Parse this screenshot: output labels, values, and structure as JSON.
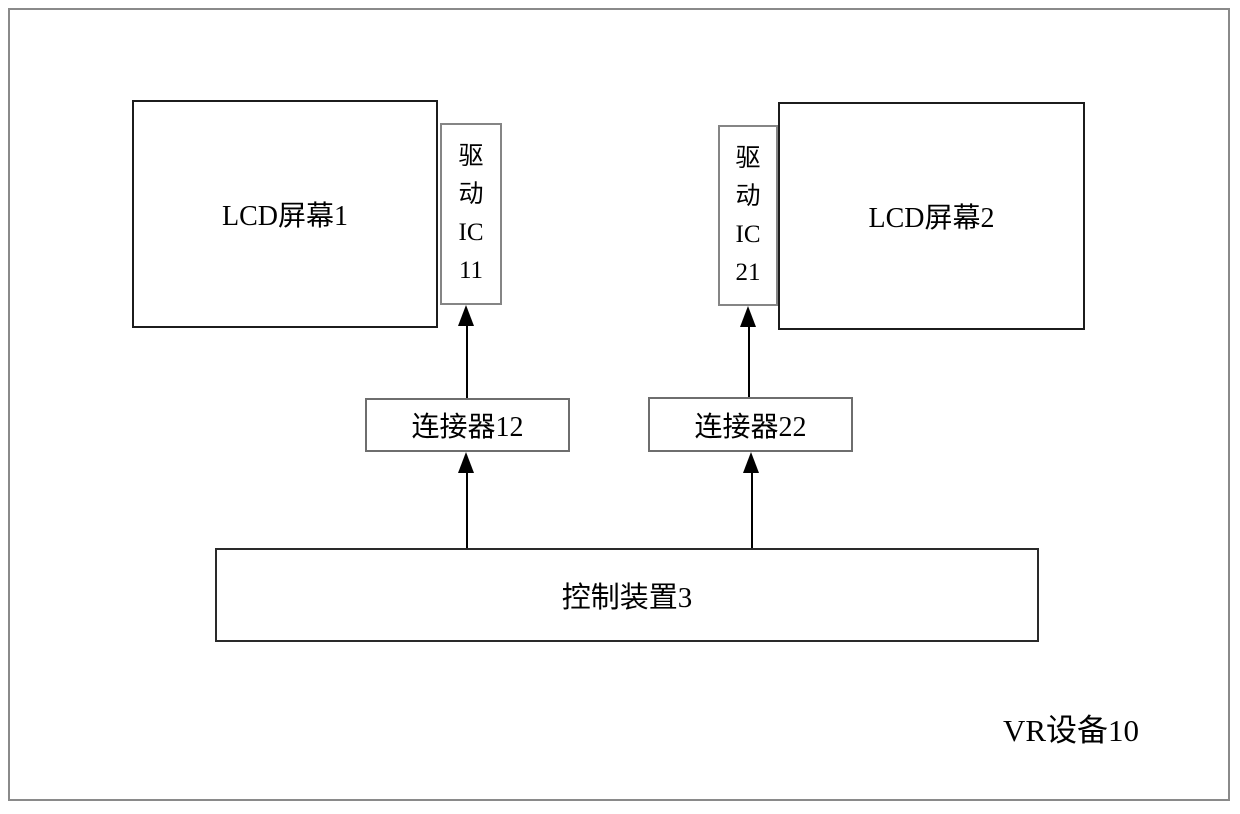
{
  "figure": {
    "device_label": "VR设备10",
    "blocks": {
      "lcd1": {
        "label": "LCD屏幕1"
      },
      "lcd2": {
        "label": "LCD屏幕2"
      },
      "ic11": {
        "label": "驱动IC 11",
        "lines": [
          "驱",
          "动",
          "IC",
          "11"
        ]
      },
      "ic21": {
        "label": "驱动IC 21",
        "lines": [
          "驱",
          "动",
          "IC",
          "21"
        ]
      },
      "connector12": {
        "label": "连接器12"
      },
      "connector22": {
        "label": "连接器22"
      },
      "control": {
        "label": "控制装置3"
      }
    },
    "connections": [
      {
        "from": "控制装置3",
        "to": "连接器12",
        "type": "arrow-up"
      },
      {
        "from": "连接器12",
        "to": "驱动IC 11",
        "type": "arrow-up"
      },
      {
        "from": "控制装置3",
        "to": "连接器22",
        "type": "arrow-up"
      },
      {
        "from": "连接器22",
        "to": "驱动IC 21",
        "type": "arrow-up"
      }
    ],
    "colors": {
      "background": "#ffffff",
      "text": "#000000",
      "arrow": "#000000",
      "outer_frame_border": "#8a8a8a",
      "lcd_box_border": "#1c1c1c",
      "ic_box_border": "#858585",
      "connector_box_border": "#6e6e6e",
      "control_box_border": "#2a2a2a"
    }
  }
}
